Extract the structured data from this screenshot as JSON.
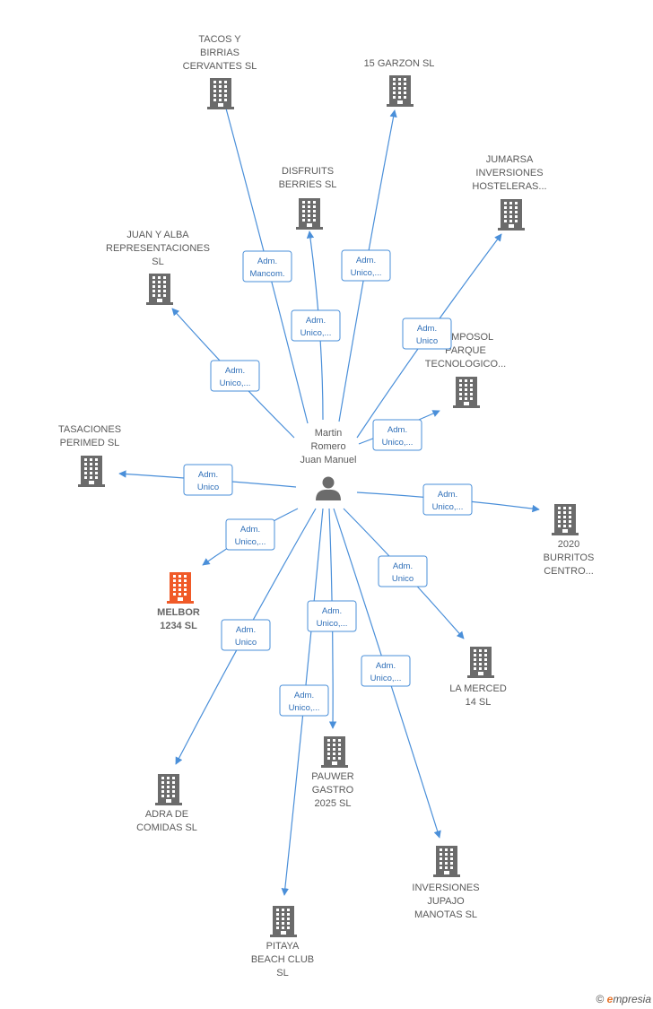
{
  "person": {
    "name_lines": [
      "Martin",
      "Romero",
      "Juan Manuel"
    ],
    "icon": "person-icon"
  },
  "nodes": [
    {
      "id": "tacos",
      "lines": [
        "TACOS Y",
        "BIRRIAS",
        "CERVANTES  SL"
      ],
      "highlight": false
    },
    {
      "id": "garzon",
      "lines": [
        "15 GARZON  SL"
      ],
      "highlight": false
    },
    {
      "id": "disfruits",
      "lines": [
        "DISFRUITS",
        "BERRIES  SL"
      ],
      "highlight": false
    },
    {
      "id": "jumarsa",
      "lines": [
        "JUMARSA",
        "INVERSIONES",
        "HOSTELERAS..."
      ],
      "highlight": false
    },
    {
      "id": "juanalba",
      "lines": [
        "JUAN Y ALBA",
        "REPRESENTACIONES",
        "SL"
      ],
      "highlight": false
    },
    {
      "id": "camposol",
      "lines": [
        "CAMPOSOL",
        "PARQUE",
        "TECNOLOGICO..."
      ],
      "highlight": false
    },
    {
      "id": "tasaciones",
      "lines": [
        "TASACIONES",
        "PERIMED  SL"
      ],
      "highlight": false
    },
    {
      "id": "burritos",
      "lines": [
        "2020",
        "BURRITOS",
        "CENTRO..."
      ],
      "highlight": false
    },
    {
      "id": "melbor",
      "lines": [
        "MELBOR",
        "1234  SL"
      ],
      "highlight": true
    },
    {
      "id": "merced",
      "lines": [
        "LA MERCED",
        "14 SL"
      ],
      "highlight": false
    },
    {
      "id": "pauwer",
      "lines": [
        "PAUWER",
        "GASTRO",
        "2025  SL"
      ],
      "highlight": false
    },
    {
      "id": "adra",
      "lines": [
        "ADRA DE",
        "COMIDAS  SL"
      ],
      "highlight": false
    },
    {
      "id": "jupajo",
      "lines": [
        "INVERSIONES",
        "JUPAJO",
        "MANOTAS  SL"
      ],
      "highlight": false
    },
    {
      "id": "pitaya",
      "lines": [
        "PITAYA",
        "BEACH CLUB",
        "SL"
      ],
      "highlight": false
    }
  ],
  "edges": [
    {
      "to": "tacos",
      "label": [
        "Adm.",
        "Mancom."
      ]
    },
    {
      "to": "garzon",
      "label": [
        "Adm.",
        "Unico,..."
      ]
    },
    {
      "to": "disfruits",
      "label": [
        "Adm.",
        "Unico,..."
      ]
    },
    {
      "to": "jumarsa",
      "label": [
        "Adm.",
        "Unico"
      ]
    },
    {
      "to": "juanalba",
      "label": [
        "Adm.",
        "Unico,..."
      ]
    },
    {
      "to": "camposol",
      "label": [
        "Adm.",
        "Unico,..."
      ]
    },
    {
      "to": "tasaciones",
      "label": [
        "Adm.",
        "Unico"
      ]
    },
    {
      "to": "burritos",
      "label": [
        "Adm.",
        "Unico,..."
      ]
    },
    {
      "to": "melbor",
      "label": [
        "Adm.",
        "Unico,..."
      ]
    },
    {
      "to": "merced",
      "label": [
        "Adm.",
        "Unico"
      ]
    },
    {
      "to": "pauwer",
      "label": [
        "Adm.",
        "Unico,..."
      ]
    },
    {
      "to": "adra",
      "label": [
        "Adm.",
        "Unico"
      ]
    },
    {
      "to": "jupajo",
      "label": [
        "Adm.",
        "Unico,..."
      ]
    },
    {
      "to": "pitaya",
      "label": [
        "Adm.",
        "Unico,..."
      ]
    }
  ],
  "colors": {
    "building": "#6b6b6b",
    "building_highlight": "#f05a28",
    "person": "#6b6b6b",
    "edge": "#4a8fd9"
  },
  "footer": {
    "copyright_symbol": "©",
    "brand_first": "e",
    "brand_rest": "mpresia"
  }
}
